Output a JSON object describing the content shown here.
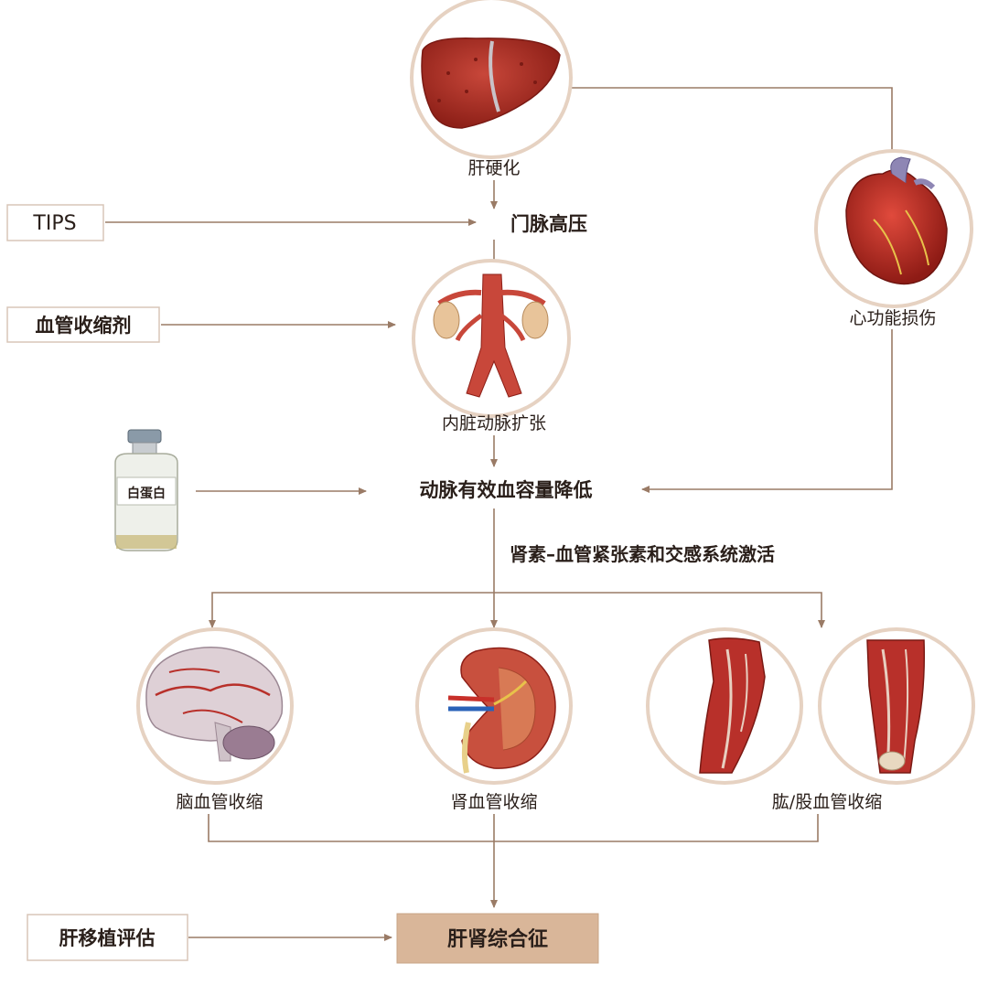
{
  "colors": {
    "line": "#9a7b66",
    "circle_stroke": "#e6d2c2",
    "box_stroke": "#d8c6b8",
    "result_fill": "#d9b699",
    "organ_red": "#b8302a",
    "text": "#2a1f1a"
  },
  "nodes": {
    "cirrhosis": "肝硬化",
    "portal_hypertension": "门脉高压",
    "splanchnic_dilation": "内脏动脉扩张",
    "cardiac_damage": "心功能损伤",
    "effective_volume_drop": "动脉有效血容量降低",
    "raas_activation": "肾素–血管紧张素和交感系统激活",
    "brain_vasoconstriction": "脑血管收缩",
    "renal_vasoconstriction": "肾血管收缩",
    "limb_vasoconstriction": "肱/股血管收缩",
    "hrs": "肝肾综合征"
  },
  "interventions": {
    "tips": "TIPS",
    "vasoconstrictor": "血管收缩剂",
    "albumin": "白蛋白",
    "transplant_eval": "肝移植评估"
  },
  "icons": {
    "liver": "liver-illustration",
    "heart": "heart-illustration",
    "aorta": "abdominal-aorta-illustration",
    "bottle": "albumin-bottle-illustration",
    "brain": "brain-illustration",
    "kidney": "kidney-illustration",
    "arm": "arm-muscle-illustration",
    "leg": "leg-muscle-illustration"
  }
}
